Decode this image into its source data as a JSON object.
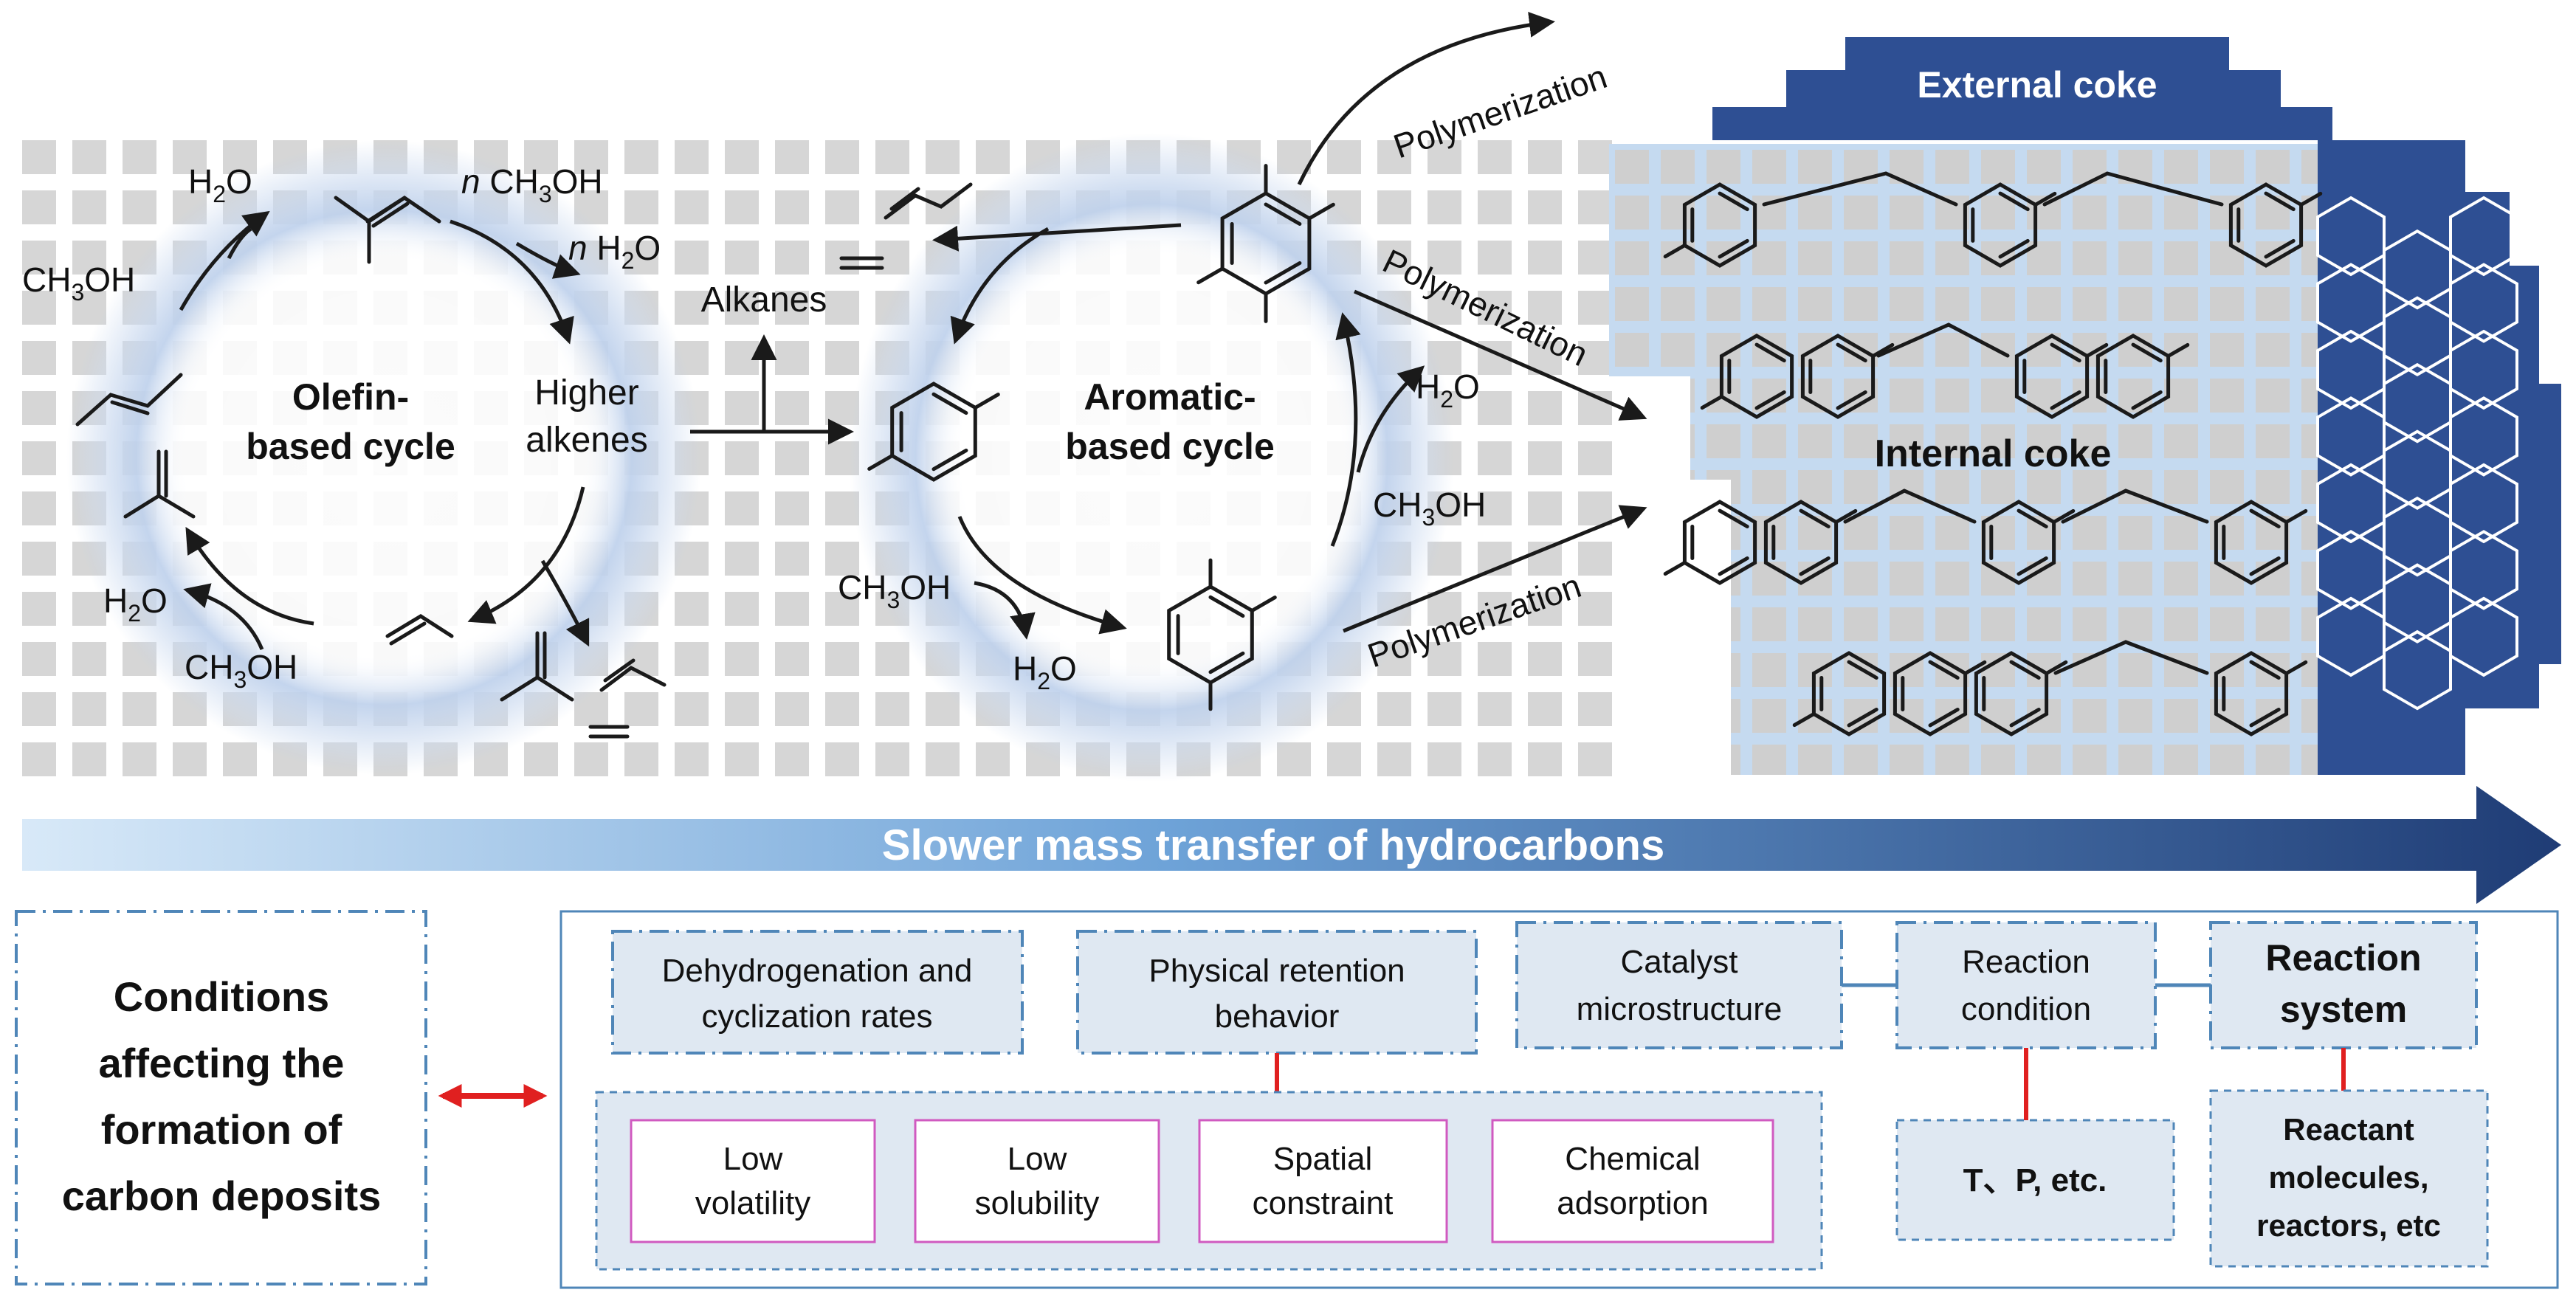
{
  "colors": {
    "grid_tile": "#d6d6d6",
    "internal_bg": "#c5daf0",
    "internal_grid": "#9bc3e8",
    "internal_cell": "#cfcfcf",
    "coke_dark": "#2e4f93",
    "glow": "#b9cdea",
    "arrow": "#1a1a1a",
    "banner_start": "#d8e9f8",
    "banner_end": "#1f3c75",
    "box_fill": "#dfe8f2",
    "box_border": "#4f86b8",
    "pink_border": "#d05ac0",
    "red": "#e02020",
    "text": "#111111",
    "white": "#ffffff"
  },
  "olefin_cycle": {
    "title_line1": "Olefin-",
    "title_line2": "based cycle",
    "h2o_a_main": "H",
    "h2o_a_sub": "2",
    "h2o_a_end": "O",
    "ch3oh_a_main": "CH",
    "ch3oh_a_sub": "3",
    "ch3oh_a_end": "OH",
    "n_ch3oh_n": "n",
    "n_ch3oh_main": " CH",
    "n_ch3oh_sub": "3",
    "n_ch3oh_end": "OH",
    "n_h2o_n": "n",
    "n_h2o_main": " H",
    "n_h2o_sub": "2",
    "n_h2o_end": "O",
    "higher_line1": "Higher",
    "higher_line2": "alkenes",
    "h2o_b_main": "H",
    "h2o_b_sub": "2",
    "h2o_b_end": "O",
    "ch3oh_b_main": "CH",
    "ch3oh_b_sub": "3",
    "ch3oh_b_end": "OH"
  },
  "alkanes_label": "Alkanes",
  "aromatic_cycle": {
    "title_line1": "Aromatic-",
    "title_line2": "based cycle",
    "h2o_c_main": "H",
    "h2o_c_sub": "2",
    "h2o_c_end": "O",
    "ch3oh_c_main": "CH",
    "ch3oh_c_sub": "3",
    "ch3oh_c_end": "OH",
    "ch3oh_d_main": "CH",
    "ch3oh_d_sub": "3",
    "ch3oh_d_end": "OH",
    "h2o_d_main": "H",
    "h2o_d_sub": "2",
    "h2o_d_end": "O"
  },
  "polymerization_labels": [
    "Polymerization",
    "Polymerization",
    "Polymerization"
  ],
  "external_coke_label": "External coke",
  "internal_coke_label": "Internal coke",
  "banner_label": "Slower mass transfer of hydrocarbons",
  "conditions_box": {
    "line1": "Conditions",
    "line2": "affecting the",
    "line3": "formation of",
    "line4": "carbon deposits"
  },
  "factors": {
    "dehydro_line1": "Dehydrogenation and",
    "dehydro_line2": "cyclization rates",
    "physical_line1": "Physical retention",
    "physical_line2": "behavior",
    "catalyst_line1": "Catalyst",
    "catalyst_line2": "microstructure",
    "condition_line1": "Reaction",
    "condition_line2": "condition",
    "system_line1": "Reaction",
    "system_line2": "system"
  },
  "retention_items": [
    {
      "line1": "Low",
      "line2": "volatility"
    },
    {
      "line1": "Low",
      "line2": "solubility"
    },
    {
      "line1": "Spatial",
      "line2": "constraint"
    },
    {
      "line1": "Chemical",
      "line2": "adsorption"
    }
  ],
  "condition_detail": "T、P, etc.",
  "system_detail": {
    "line1": "Reactant",
    "line2": "molecules,",
    "line3": "reactors, etc"
  }
}
